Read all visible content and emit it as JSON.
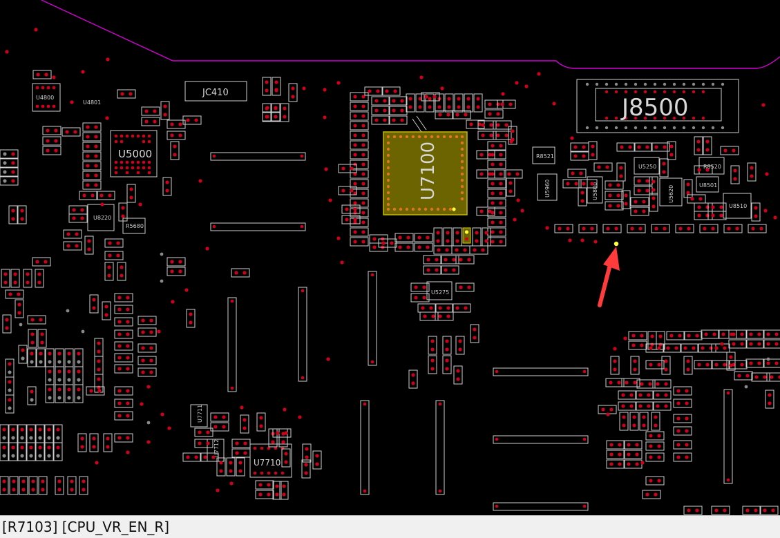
{
  "status_bar": {
    "text": "[R7103] [CPU_VR_EN_R]"
  },
  "colors": {
    "background": "#000000",
    "outline": "#cfcfcf",
    "pad": "#d0021b",
    "gray_pad": "#7a7a7a",
    "trace": "#d400d4",
    "highlight_fill": "#6b6400",
    "highlight_stroke": "#c8b800",
    "selected_pin": "#ffff33",
    "arrow": "#ff3b3b"
  },
  "components": {
    "j8500": "J8500",
    "u7100": "U7100",
    "u5000": "U5000",
    "jc410": "JC410",
    "u7710": "U7710",
    "u4800": "U4800",
    "u4801": "U4801",
    "u8220": "U8220",
    "r5680": "R5680",
    "r8521": "R8521",
    "u5250": "U5250",
    "r8520": "R8520",
    "u5960": "U5960",
    "u5800": "U5800",
    "u5620": "U5620",
    "u8501": "U8501",
    "u8510": "U8510",
    "u5275": "U5275",
    "u7711": "U7711",
    "u7712": "U7712"
  },
  "annotation": {
    "icon": "red-arrow-icon",
    "target_pin": "selected-pin"
  }
}
